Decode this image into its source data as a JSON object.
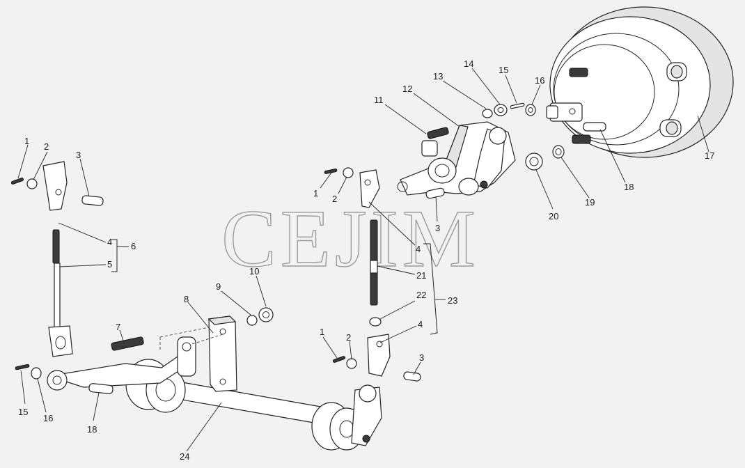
{
  "watermark": "CEJIM",
  "callouts": [
    {
      "id": "c1a",
      "text": "1"
    },
    {
      "id": "c2a",
      "text": "2"
    },
    {
      "id": "c3a",
      "text": "3"
    },
    {
      "id": "c4a",
      "text": "4"
    },
    {
      "id": "c5",
      "text": "5"
    },
    {
      "id": "c6",
      "text": "6"
    },
    {
      "id": "c7",
      "text": "7"
    },
    {
      "id": "c8",
      "text": "8"
    },
    {
      "id": "c9",
      "text": "9"
    },
    {
      "id": "c10",
      "text": "10"
    },
    {
      "id": "c11",
      "text": "11"
    },
    {
      "id": "c12",
      "text": "12"
    },
    {
      "id": "c13",
      "text": "13"
    },
    {
      "id": "c14",
      "text": "14"
    },
    {
      "id": "c15a",
      "text": "15"
    },
    {
      "id": "c16a",
      "text": "16"
    },
    {
      "id": "c17",
      "text": "17"
    },
    {
      "id": "c18a",
      "text": "18"
    },
    {
      "id": "c19",
      "text": "19"
    },
    {
      "id": "c20",
      "text": "20"
    },
    {
      "id": "c1b",
      "text": "1"
    },
    {
      "id": "c2b",
      "text": "2"
    },
    {
      "id": "c3b",
      "text": "3"
    },
    {
      "id": "c4b",
      "text": "4"
    },
    {
      "id": "c21",
      "text": "21"
    },
    {
      "id": "c22",
      "text": "22"
    },
    {
      "id": "c23",
      "text": "23"
    },
    {
      "id": "c4c",
      "text": "4"
    },
    {
      "id": "c1c",
      "text": "1"
    },
    {
      "id": "c2c",
      "text": "2"
    },
    {
      "id": "c3c",
      "text": "3"
    },
    {
      "id": "c15b",
      "text": "15"
    },
    {
      "id": "c16b",
      "text": "16"
    },
    {
      "id": "c18b",
      "text": "18"
    },
    {
      "id": "c24",
      "text": "24"
    }
  ]
}
